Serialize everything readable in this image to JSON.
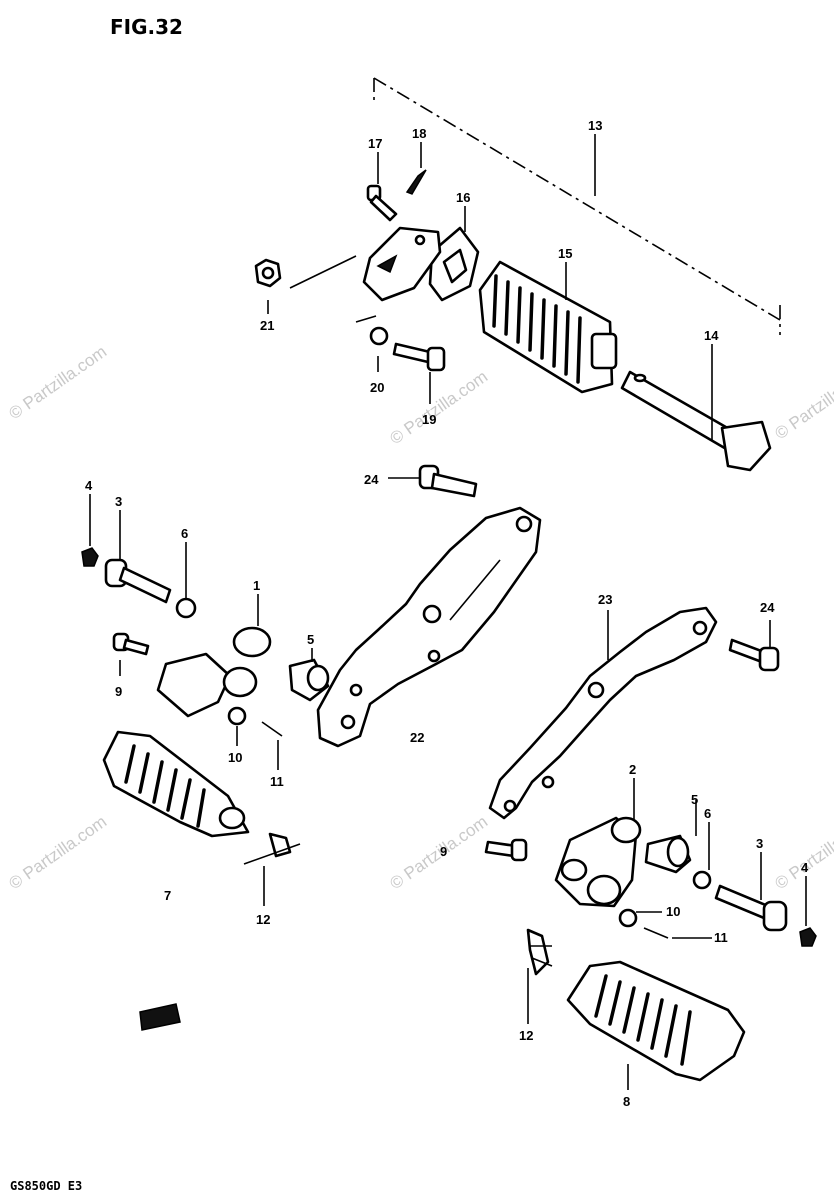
{
  "figure": {
    "title": "FIG.32",
    "model": "GS850GD E3",
    "watermark": "© Partzilla.com"
  },
  "callouts": {
    "p1": "1",
    "p2": "2",
    "p3a": "3",
    "p3b": "3",
    "p4a": "4",
    "p4b": "4",
    "p5a": "5",
    "p5b": "5",
    "p6a": "6",
    "p6b": "6",
    "p7": "7",
    "p8": "8",
    "p9a": "9",
    "p9b": "9",
    "p10a": "10",
    "p10b": "10",
    "p11a": "11",
    "p11b": "11",
    "p12a": "12",
    "p12b": "12",
    "p13": "13",
    "p14": "14",
    "p15": "15",
    "p16": "16",
    "p17": "17",
    "p18": "18",
    "p19": "19",
    "p20": "20",
    "p21": "21",
    "p22": "22",
    "p23": "23",
    "p24a": "24",
    "p24b": "24"
  }
}
